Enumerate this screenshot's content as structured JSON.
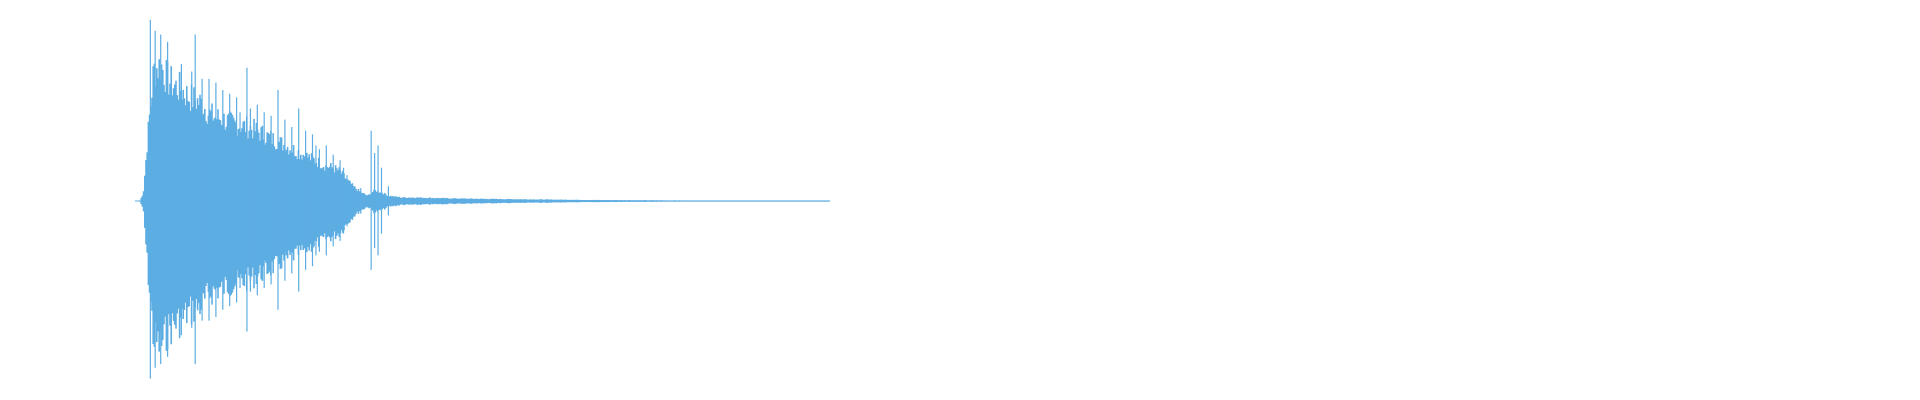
{
  "waveform": {
    "color": "#5dade2",
    "envelope": [
      [
        0.0,
        0.0
      ],
      [
        0.005,
        0.05
      ],
      [
        0.012,
        0.4
      ],
      [
        0.02,
        0.75
      ],
      [
        0.03,
        0.78
      ],
      [
        0.04,
        0.7
      ],
      [
        0.05,
        0.66
      ],
      [
        0.06,
        0.64
      ],
      [
        0.07,
        0.6
      ],
      [
        0.08,
        0.58
      ],
      [
        0.09,
        0.56
      ],
      [
        0.1,
        0.5
      ],
      [
        0.11,
        0.48
      ],
      [
        0.12,
        0.47
      ],
      [
        0.13,
        0.45
      ],
      [
        0.14,
        0.44
      ],
      [
        0.15,
        0.43
      ],
      [
        0.16,
        0.42
      ],
      [
        0.17,
        0.4
      ],
      [
        0.18,
        0.38
      ],
      [
        0.19,
        0.36
      ],
      [
        0.2,
        0.34
      ],
      [
        0.21,
        0.32
      ],
      [
        0.22,
        0.3
      ],
      [
        0.23,
        0.28
      ],
      [
        0.24,
        0.26
      ],
      [
        0.25,
        0.24
      ],
      [
        0.26,
        0.22
      ],
      [
        0.27,
        0.2
      ],
      [
        0.28,
        0.19
      ],
      [
        0.29,
        0.17
      ],
      [
        0.3,
        0.12
      ],
      [
        0.31,
        0.08
      ],
      [
        0.32,
        0.05
      ],
      [
        0.33,
        0.03
      ],
      [
        0.34,
        0.06
      ],
      [
        0.35,
        0.05
      ],
      [
        0.36,
        0.03
      ],
      [
        0.38,
        0.02
      ],
      [
        0.4,
        0.02
      ],
      [
        0.45,
        0.015
      ],
      [
        0.5,
        0.012
      ],
      [
        0.55,
        0.01
      ],
      [
        0.6,
        0.008
      ],
      [
        0.65,
        0.006
      ],
      [
        0.7,
        0.005
      ],
      [
        0.75,
        0.004
      ],
      [
        0.8,
        0.003
      ],
      [
        0.85,
        0.002
      ],
      [
        0.9,
        0.0015
      ],
      [
        1.0,
        0.0
      ]
    ],
    "spikes": [
      [
        0.015,
        0.98
      ],
      [
        0.022,
        0.92
      ],
      [
        0.03,
        0.9
      ],
      [
        0.04,
        0.86
      ],
      [
        0.06,
        0.74
      ],
      [
        0.075,
        0.7
      ],
      [
        0.08,
        0.9
      ],
      [
        0.09,
        0.66
      ],
      [
        0.1,
        0.66
      ],
      [
        0.11,
        0.64
      ],
      [
        0.12,
        0.6
      ],
      [
        0.13,
        0.58
      ],
      [
        0.14,
        0.56
      ],
      [
        0.145,
        0.48
      ],
      [
        0.155,
        0.72
      ],
      [
        0.16,
        0.5
      ],
      [
        0.17,
        0.52
      ],
      [
        0.18,
        0.48
      ],
      [
        0.19,
        0.46
      ],
      [
        0.2,
        0.6
      ],
      [
        0.21,
        0.44
      ],
      [
        0.22,
        0.4
      ],
      [
        0.23,
        0.5
      ],
      [
        0.24,
        0.38
      ],
      [
        0.25,
        0.36
      ],
      [
        0.255,
        0.3
      ],
      [
        0.26,
        0.28
      ],
      [
        0.27,
        0.3
      ],
      [
        0.28,
        0.25
      ],
      [
        0.29,
        0.22
      ],
      [
        0.295,
        0.18
      ],
      [
        0.3,
        0.14
      ],
      [
        0.32,
        0.07
      ],
      [
        0.335,
        0.38
      ],
      [
        0.34,
        0.26
      ],
      [
        0.345,
        0.3
      ],
      [
        0.35,
        0.18
      ],
      [
        0.36,
        0.08
      ]
    ]
  }
}
